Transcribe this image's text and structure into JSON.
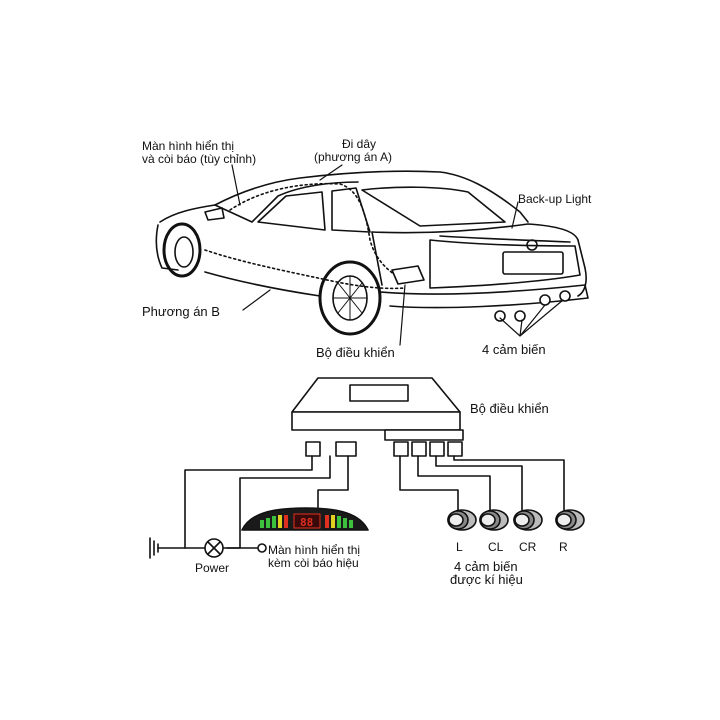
{
  "car": {
    "display_label": [
      "Màn hình hiển thị",
      "và còi báo (tùy chỉnh)"
    ],
    "wiring_label": [
      "Đi dây",
      "(phương án A)"
    ],
    "backup_light_label": "Back-up Light",
    "option_b_label": "Phương án B",
    "controller_label": "Bộ điều khiển",
    "sensors_label": "4 cảm biến"
  },
  "wiring": {
    "controller_label": "Bộ điều khiển",
    "power_label": "Power",
    "display_label": [
      "Màn hình hiển thị",
      "kèm còi báo hiệu"
    ],
    "sensor_names": [
      "L",
      "CL",
      "CR",
      "R"
    ],
    "sensors_label": [
      "4 cảm biến",
      "được kí hiệu"
    ]
  },
  "colors": {
    "line": "#111111",
    "display_bg": "#1a1a1a",
    "led_green": "#3cc23c",
    "led_yellow": "#e0d020",
    "led_red": "#e03020"
  }
}
